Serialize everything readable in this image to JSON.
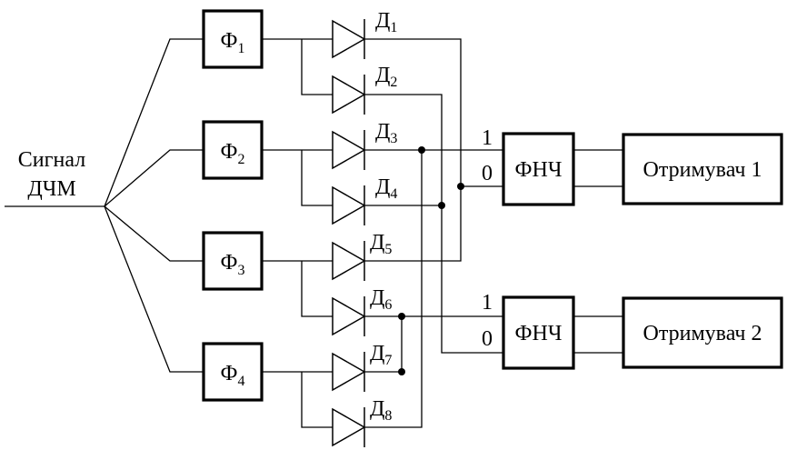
{
  "input": {
    "line1": "Сигнал",
    "line2": "ДЧМ"
  },
  "filters": [
    {
      "main": "Ф",
      "sub": "1"
    },
    {
      "main": "Ф",
      "sub": "2"
    },
    {
      "main": "Ф",
      "sub": "3"
    },
    {
      "main": "Ф",
      "sub": "4"
    }
  ],
  "diodes": [
    {
      "main": "Д",
      "sub": "1"
    },
    {
      "main": "Д",
      "sub": "2"
    },
    {
      "main": "Д",
      "sub": "3"
    },
    {
      "main": "Д",
      "sub": "4"
    },
    {
      "main": "Д",
      "sub": "5"
    },
    {
      "main": "Д",
      "sub": "6"
    },
    {
      "main": "Д",
      "sub": "7"
    },
    {
      "main": "Д",
      "sub": "8"
    }
  ],
  "lpf": [
    {
      "label": "ФНЧ",
      "in1": "1",
      "in0": "0"
    },
    {
      "label": "ФНЧ",
      "in1": "1",
      "in0": "0"
    }
  ],
  "receivers": [
    {
      "label": "Отримувач 1"
    },
    {
      "label": "Отримувач 2"
    }
  ]
}
